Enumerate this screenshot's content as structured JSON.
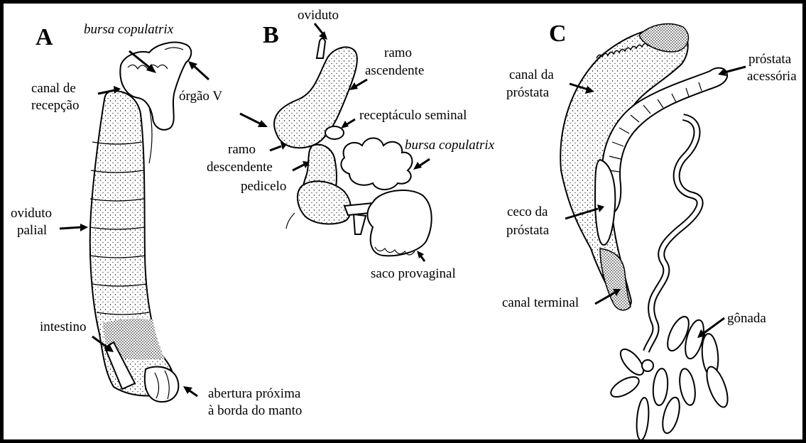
{
  "colors": {
    "border": "#000000",
    "ink": "#000000",
    "background": "#ffffff"
  },
  "panels": {
    "a": "A",
    "b": "B",
    "c": "C"
  },
  "labels_a": {
    "bursa": "bursa copulatrix",
    "canal1": "canal de",
    "canal2": "recepção",
    "orgao": "órgão V",
    "oviduto1": "oviduto",
    "oviduto2": "palial",
    "intestino": "intestino",
    "abertura1": "abertura próxima",
    "abertura2": "à borda do manto"
  },
  "labels_b": {
    "oviduto": "oviduto",
    "ramo1": "ramo",
    "ramo2": "ascendente",
    "receptaculo": "receptáculo seminal",
    "bursa": "bursa copulatrix",
    "desc1": "ramo",
    "desc2": "descendente",
    "pedicelo": "pedicelo",
    "saco": "saco provaginal"
  },
  "labels_c": {
    "canal1": "canal da",
    "canal2": "próstata",
    "prostata1": "próstata",
    "prostata2": "acessória",
    "ceco1": "ceco da",
    "ceco2": "próstata",
    "terminal": "canal terminal",
    "gonada": "gônada"
  }
}
